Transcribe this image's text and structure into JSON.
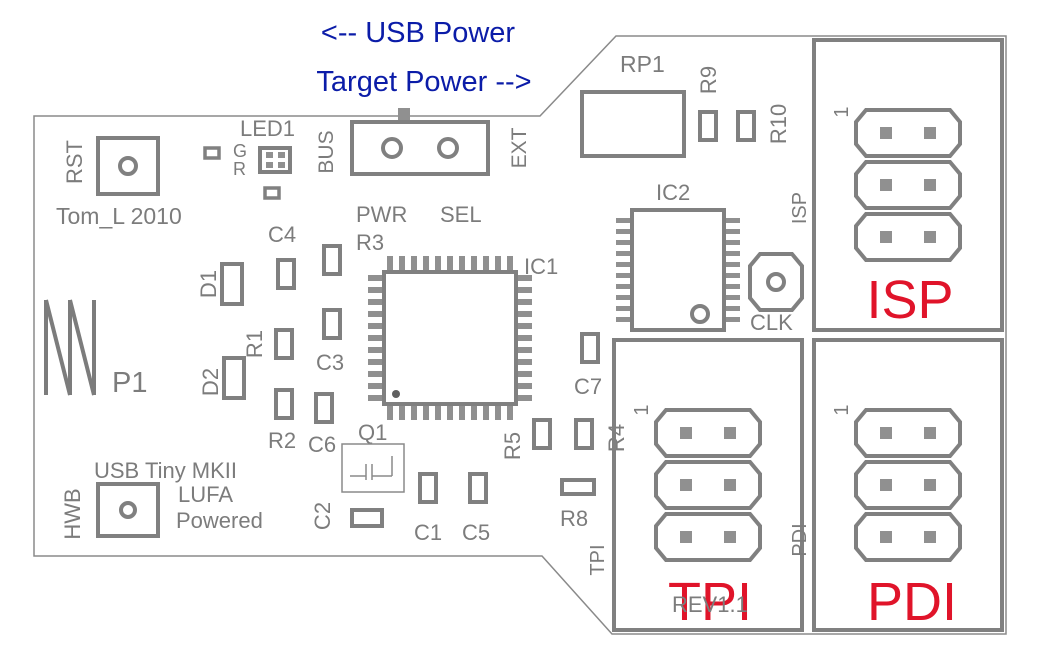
{
  "labels": {
    "usb_power": "<-- USB Power",
    "target_power": "Target Power -->",
    "rp1": "RP1",
    "r9": "R9",
    "r10": "R10",
    "rst": "RST",
    "led1": "LED1",
    "g": "G",
    "r": "R",
    "bus": "BUS",
    "ext": "EXT",
    "tom": "Tom_L 2010",
    "pwr": "PWR",
    "sel": "SEL",
    "c4": "C4",
    "r3": "R3",
    "ic1": "IC1",
    "ic2": "IC2",
    "isp_small": "ISP",
    "clk": "CLK",
    "d1": "D1",
    "r1": "R1",
    "c3": "C3",
    "p1": "P1",
    "d2": "D2",
    "c7": "C7",
    "r2": "R2",
    "c6": "C6",
    "q1": "Q1",
    "r5": "R5",
    "r4": "R4",
    "usb_tiny": "USB Tiny MKII",
    "lufa": "LUFA",
    "powered": "Powered",
    "hwb": "HWB",
    "c2": "C2",
    "c1": "C1",
    "c5": "C5",
    "r8": "R8",
    "tpi_small": "TPI",
    "pdi_small": "PDI",
    "rev": "REV1.1",
    "isp_big": "ISP",
    "tpi_big": "TPI",
    "pdi_big": "PDI",
    "pin1": "1"
  },
  "colors": {
    "silkscreen": "#7c7c7c",
    "annotation_blue": "#0b1ca8",
    "header_red": "#e0142a"
  }
}
